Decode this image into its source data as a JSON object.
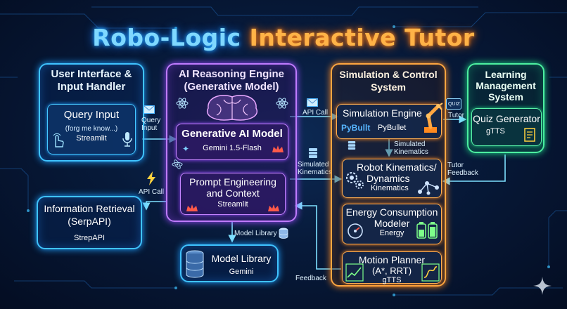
{
  "title": {
    "part1": "Robo-Logic",
    "part2": "Interactive Tutor"
  },
  "user_interface": {
    "header_line1": "User Interface &",
    "header_line2": "Input Handler",
    "query_title": "Query Input",
    "query_example": "(forg me know...)",
    "query_tech": "Streamlit"
  },
  "info_retrieval": {
    "title_line1": "Information Retrieval",
    "title_line2": "(SerpAPI)",
    "tech": "StrepAPI"
  },
  "ai_engine": {
    "header_line1": "AI Reasoning Engine",
    "header_line2": "(Generative Model)",
    "gen_model_title": "Generative AI Model",
    "gen_model_tech": "Gemini 1.5-Flash",
    "prompt_line1": "Prompt Engineering",
    "prompt_line2": "and Context",
    "prompt_tech": "Streamlit"
  },
  "model_library": {
    "title": "Model Library",
    "tech": "Gemini"
  },
  "simulation": {
    "header_line1": "Simulation & Control",
    "header_line2": "System",
    "engine_title": "Simulation Engine",
    "engine_logo": "PyBullt",
    "engine_tech": "PyBullet",
    "kin_line1": "Robot Kinematics/",
    "kin_line2": "Dynamics",
    "kin_tech": "Kinematics",
    "energy_line1": "Energy Consumption",
    "energy_line2": "Modeler",
    "energy_tech": "Energy",
    "motion_line1": "Motion Planner",
    "motion_line2": "(A*, RRT)",
    "motion_tech": "gTTS"
  },
  "lms": {
    "header_line1": "Learning",
    "header_line2": "Management",
    "header_line3": "System",
    "quiz_badge": "QUIZ",
    "quiz_title": "Quiz Generator",
    "quiz_tech": "gTTS"
  },
  "connectors": {
    "query_input_l1": "Query",
    "query_input_l2": "Input",
    "api_call_left": "API Call",
    "api_call_right": "API Call",
    "simulated_kin_l1": "Simulated",
    "simulated_kin_l2": "Kinematics",
    "sim_kin_inner_l1": "Simulated",
    "sim_kin_inner_l2": "Kinematics",
    "model_library": "Model Library",
    "feedback": "Feedback",
    "tutor": "Tutor",
    "tutor_feedback_l1": "Tutor",
    "tutor_feedback_l2": "Feedback"
  },
  "colors": {
    "blue": "#3fc3ff",
    "purple": "#c07bff",
    "orange": "#ffa640",
    "green": "#4df0a0",
    "title_blue": "#7fd8ff",
    "title_orange": "#ffb347"
  }
}
